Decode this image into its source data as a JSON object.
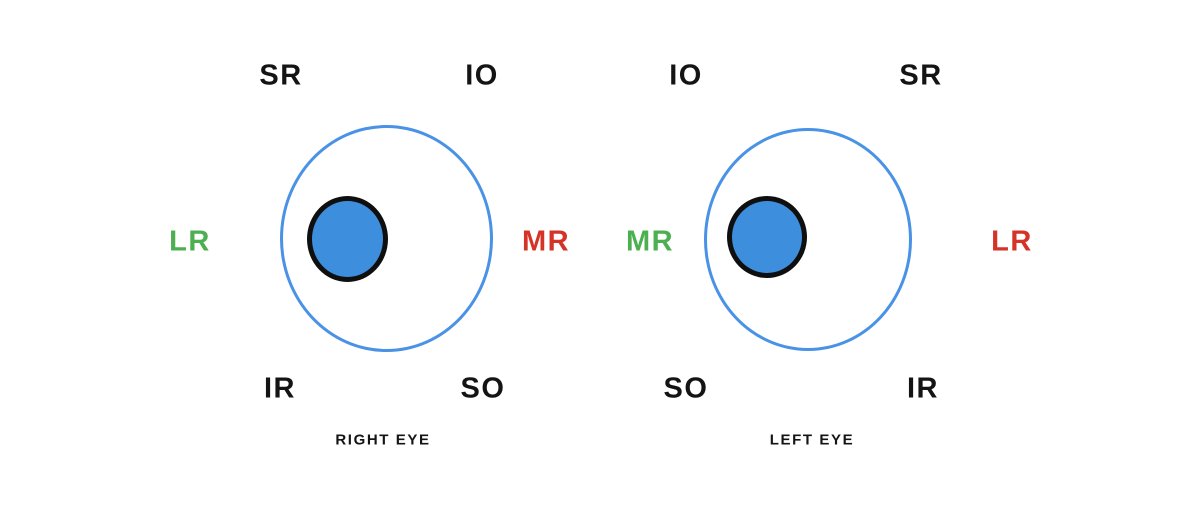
{
  "colors": {
    "page_bg": "#ffffff",
    "eye_outline": "#4a92e6",
    "pupil_fill": "#3d8edd",
    "pupil_border": "#0f0f0f",
    "label_black": "#141414",
    "label_green": "#4caf50",
    "label_red": "#d53228"
  },
  "diagrams": [
    {
      "caption": "RIGHT EYE",
      "labels": {
        "top_left": "SR",
        "top_right": "IO",
        "left": "LR",
        "right": "MR",
        "bottom_left": "IR",
        "bottom_right": "SO"
      }
    },
    {
      "caption": "LEFT EYE",
      "labels": {
        "top_left": "IO",
        "top_right": "SR",
        "left": "MR",
        "right": "LR",
        "bottom_left": "SO",
        "bottom_right": "IR"
      }
    }
  ]
}
